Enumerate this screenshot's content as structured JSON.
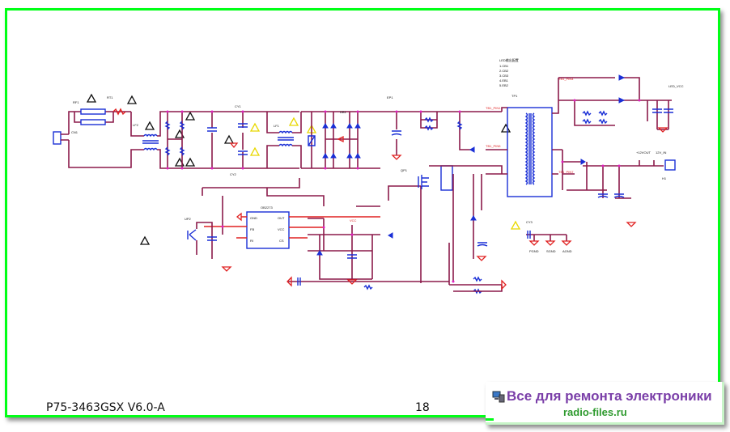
{
  "document": {
    "type": "schematic",
    "model": "P75-3463GSX V6.0-A",
    "page_number": "18"
  },
  "watermark": {
    "icon": "computer-icon",
    "title": "Все для ремонта электроники",
    "url": "radio-files.ru",
    "colors": {
      "title": "#7a3ea8",
      "url": "#2e9a2e"
    }
  },
  "frame": {
    "border_color": "#00ff16"
  },
  "schematic": {
    "colors": {
      "wire": "#8b1a4a",
      "component": "#1a2fd6",
      "junction": "#e020c0",
      "ground": "#e02020",
      "warning": "#f0e000"
    },
    "labels": {
      "connector": "CN1",
      "fuse": "RF1",
      "ntc": "RT1",
      "lf1": "LF1",
      "lf2": "LF2",
      "bridge": "DB1",
      "bulk_cap": "EP1",
      "pwm_ic": "UP1",
      "pwm_ic_name": "OB2273",
      "pin_gnd": "GND",
      "pin_out": "OUT",
      "pin_fb": "FB",
      "pin_vcc": "VCC",
      "pin_ri": "RI",
      "pin_cs": "CS",
      "opto": "UP2",
      "transformer": "TP1",
      "mosfet": "QP1",
      "vcc_net": "VCC",
      "out_12v": "+12VOUT",
      "in_12v": "12V_IN",
      "led_vcc": "LED_VCC",
      "pgnd": "PGND",
      "sgnd": "SGND",
      "agnd": "AGND",
      "net_tp1": "TB1_PIN1",
      "net_tp2": "TB1_PIN5",
      "net_tp3": "TB1_PIN7",
      "net_tp4": "TB1_PIN4",
      "cy1": "CY1",
      "cy2": "CY2",
      "cy3": "CY3",
      "h1": "H1"
    },
    "table_title": "LED输出配置",
    "table_rows": [
      "1.CB1",
      "2.CB2",
      "3.CB3",
      "4.EB1",
      "5.EB2"
    ]
  }
}
